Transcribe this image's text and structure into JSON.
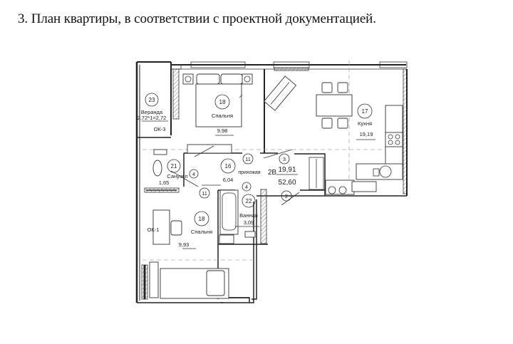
{
  "caption": "3. План квартиры, в соответствии с проектной документацией.",
  "plan": {
    "apartment_type": "2В",
    "living_area": "19,91",
    "total_area": "52,60",
    "rooms": [
      {
        "id": "23",
        "name": "Веранда",
        "area": "2,72*1=2,72",
        "note": "ОК-3"
      },
      {
        "id": "18",
        "name": "Спальня",
        "area": "9,98"
      },
      {
        "id": "17",
        "name": "Кухня",
        "area": "19,19"
      },
      {
        "id": "21",
        "name": "Санузел",
        "area": "1,65"
      },
      {
        "id": "16",
        "name": "прихожая",
        "area": "6,04"
      },
      {
        "id": "22",
        "name": "Ванная",
        "area": "3,09"
      },
      {
        "id": "18",
        "name": "Спальня",
        "area": "9,93",
        "note": "ОК-1"
      }
    ],
    "markers": [
      "11",
      "3",
      "4",
      "4",
      "11",
      "2"
    ]
  }
}
